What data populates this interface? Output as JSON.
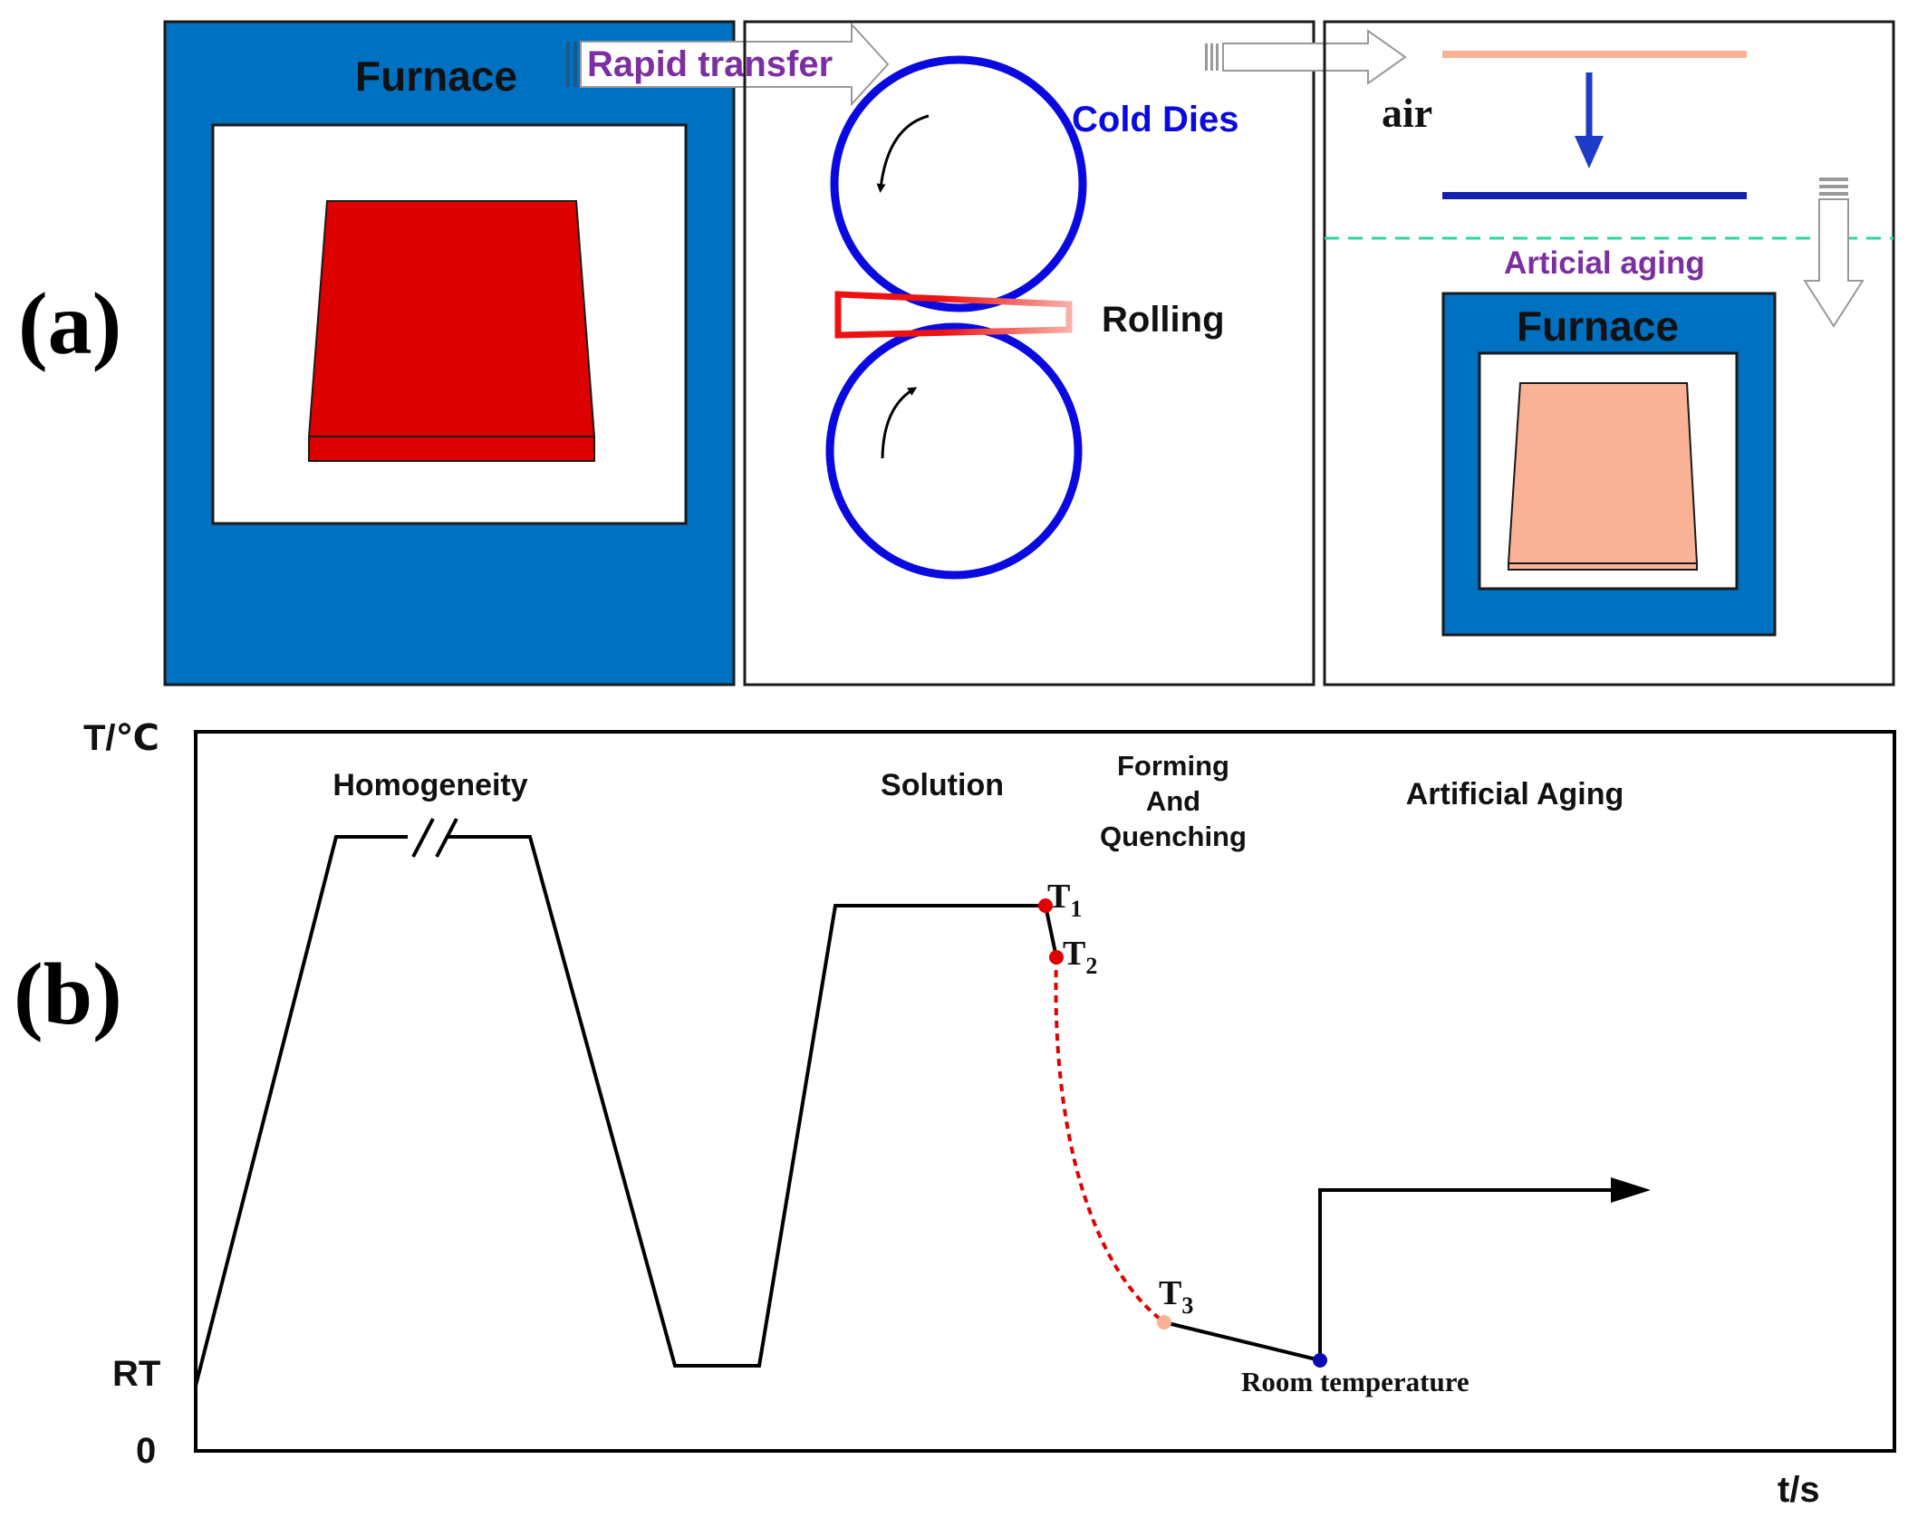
{
  "panel_a": {
    "label": "(a)",
    "furnace_1": "Furnace",
    "rapid_transfer": "Rapid transfer",
    "cold_dies": "Cold Dies",
    "rolling": "Rolling",
    "air": "air",
    "aging_label": "Articial aging",
    "furnace_2": "Furnace"
  },
  "panel_b": {
    "label": "(b)",
    "y_axis_label": "T/℃",
    "x_axis_label": "t/s",
    "rt_label": "RT",
    "zero_label": "0",
    "stage_homogeneity": "Homogeneity",
    "stage_solution": "Solution",
    "stage_forming_1": "Forming",
    "stage_forming_2": "And",
    "stage_forming_3": "Quenching",
    "stage_aging": "Artificial Aging",
    "point_t1": "T",
    "point_t1_sub": "1",
    "point_t2": "T",
    "point_t2_sub": "2",
    "point_t3": "T",
    "point_t3_sub": "3",
    "room_temperature": "Room temperature"
  },
  "colors": {
    "furnace_blue": "#0070C0",
    "die_blue": "#0A0AE0",
    "hot_red": "#DD0000",
    "aged_salmon": "#F9B295",
    "purple_text": "#7B2FA0",
    "dashed_green": "#2FD6A0",
    "point_red": "#E00000",
    "point_navy": "#0A0AB0"
  }
}
